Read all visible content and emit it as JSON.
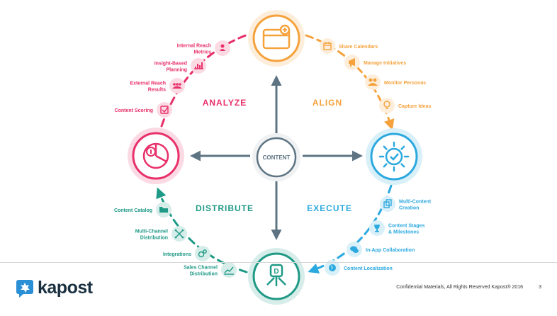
{
  "colors": {
    "analyze": "#e8306a",
    "align": "#f5a23c",
    "execute": "#2ca9df",
    "distribute": "#1f9a86",
    "center": "#5e7483"
  },
  "center": {
    "label": "CONTENT"
  },
  "sections": {
    "analyze": "ANALYZE",
    "align": "ALIGN",
    "execute": "EXECUTE",
    "distribute": "DISTRIBUTE"
  },
  "analyze_items": [
    {
      "lines": [
        "Internal Reach",
        "Metrics"
      ],
      "icon": "user-icon"
    },
    {
      "lines": [
        "Insight-Based",
        "Planning"
      ],
      "icon": "bar-chart-icon"
    },
    {
      "lines": [
        "External Reach",
        "Results"
      ],
      "icon": "group-icon"
    },
    {
      "lines": [
        "Content Scoring"
      ],
      "icon": "checkbox-icon"
    }
  ],
  "align_items": [
    {
      "lines": [
        "Share Calendars"
      ],
      "icon": "calendar-icon"
    },
    {
      "lines": [
        "Manage Initiatives"
      ],
      "icon": "megaphone-icon"
    },
    {
      "lines": [
        "Monitor Personas"
      ],
      "icon": "personas-icon"
    },
    {
      "lines": [
        "Capture Ideas"
      ],
      "icon": "lightbulb-icon"
    }
  ],
  "execute_items": [
    {
      "lines": [
        "Multi-Content",
        "Creation"
      ],
      "icon": "copy-icon"
    },
    {
      "lines": [
        "Content Stages",
        "& Milestones"
      ],
      "icon": "trophy-icon"
    },
    {
      "lines": [
        "In-App Collaboration"
      ],
      "icon": "chat-icon"
    },
    {
      "lines": [
        "Content Localization"
      ],
      "icon": "globe-icon"
    }
  ],
  "distribute_items": [
    {
      "lines": [
        "Content Catalog"
      ],
      "icon": "folder-icon"
    },
    {
      "lines": [
        "Multi-Channel",
        "Distribution"
      ],
      "icon": "expand-icon"
    },
    {
      "lines": [
        "Integrations"
      ],
      "icon": "gears-icon"
    },
    {
      "lines": [
        "Sales Channel",
        "Distribution"
      ],
      "icon": "trend-icon"
    }
  ],
  "footer": {
    "brand": "kapost",
    "confidential": "Confidential Materials, All Rights Reserved Kapost® 2016",
    "page": "3"
  }
}
